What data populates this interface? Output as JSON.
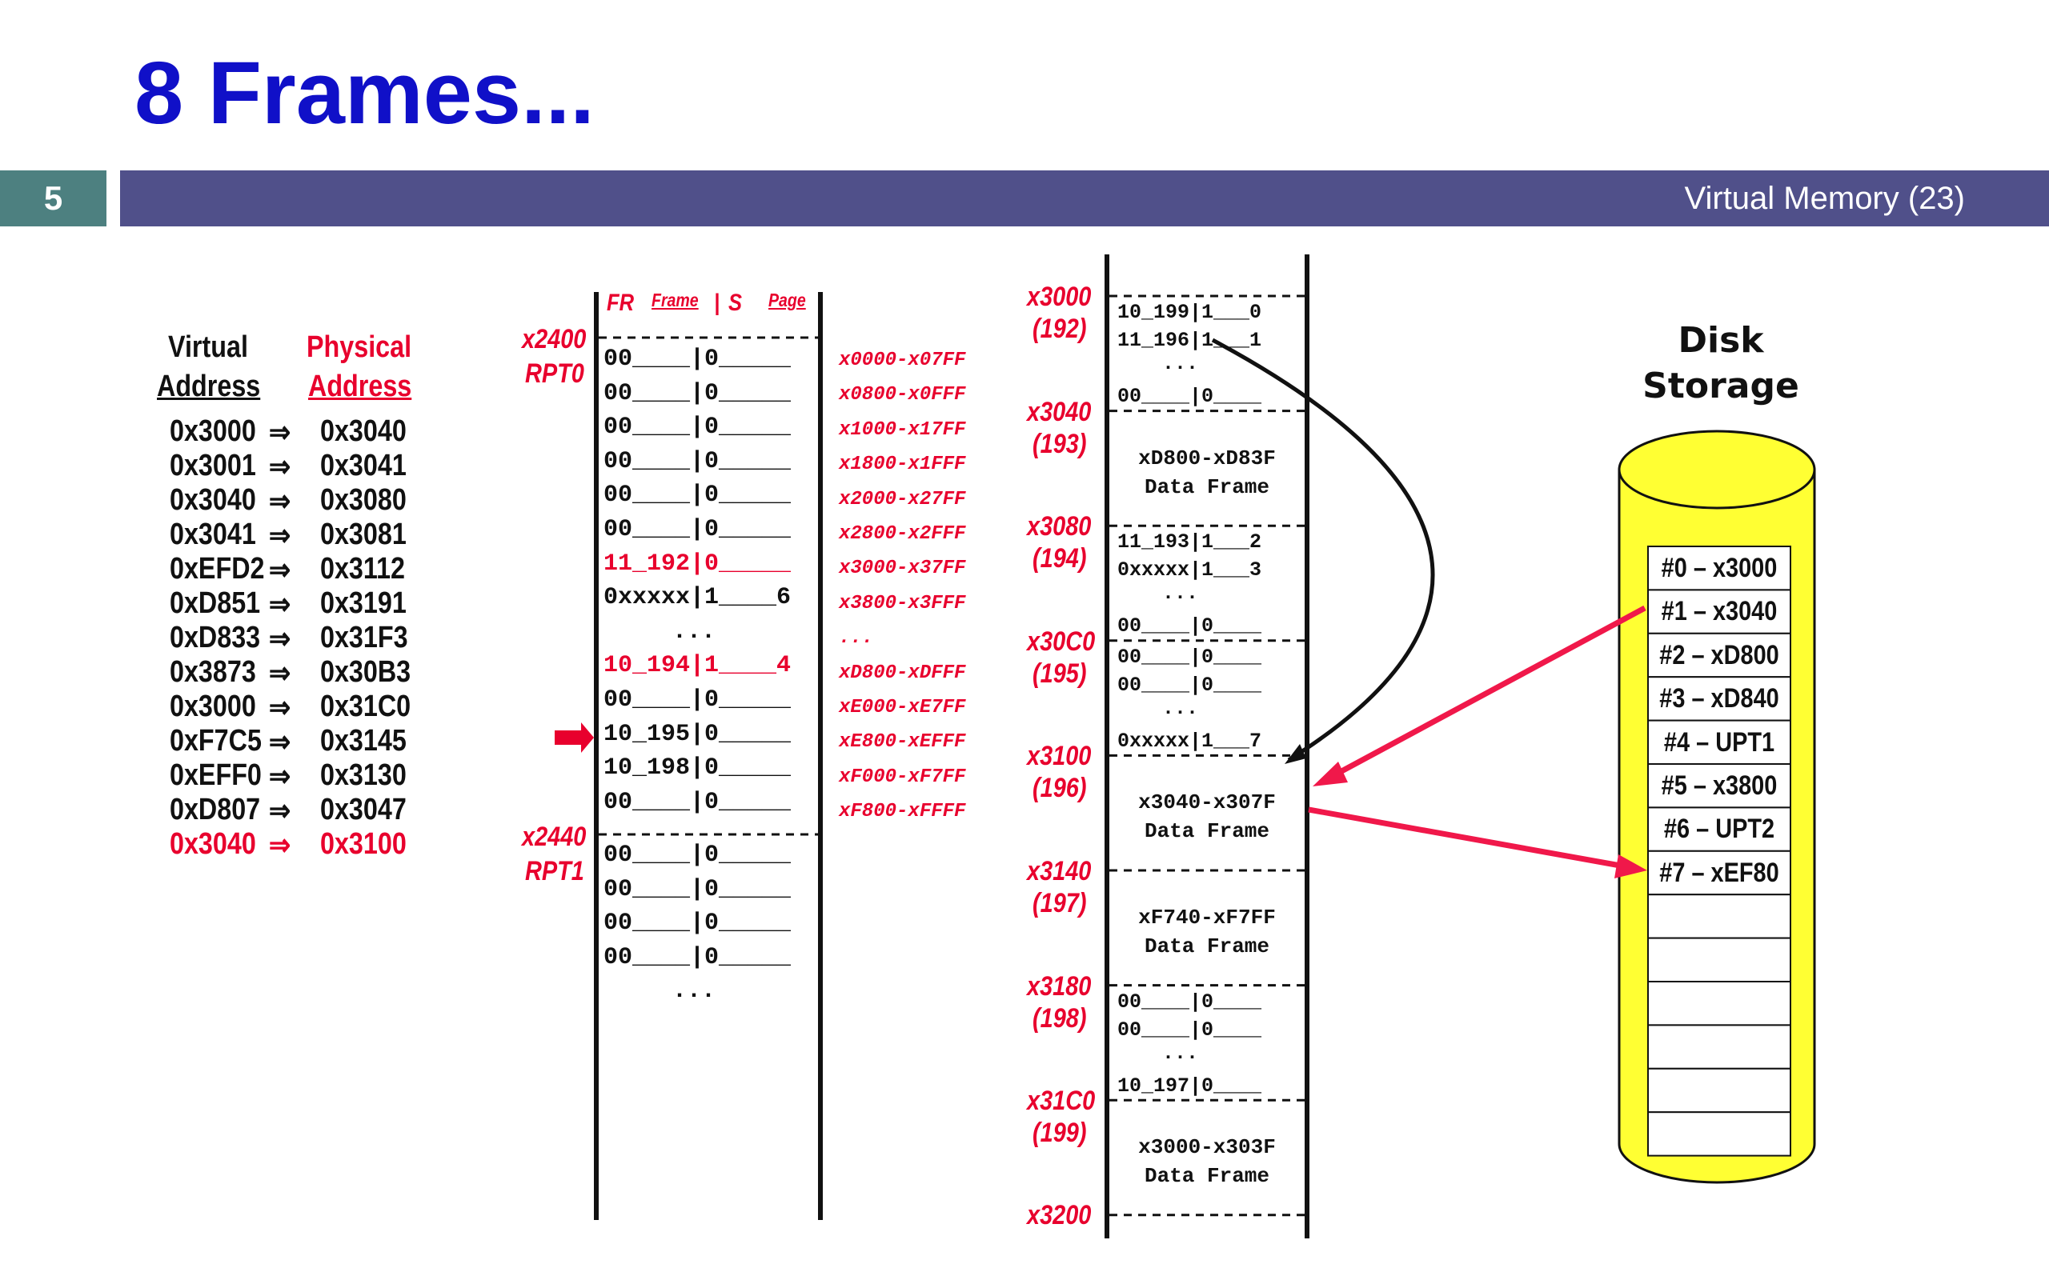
{
  "title": "8 Frames...",
  "slide_number": "5",
  "header": "Virtual Memory (23)",
  "table": {
    "header_virtual_1": "Virtual",
    "header_virtual_2": "Address",
    "header_physical_1": "Physical",
    "header_physical_2": "Address",
    "arrow": "⇒",
    "rows": [
      {
        "va": "0x3000",
        "pa": "0x3040"
      },
      {
        "va": "0x3001",
        "pa": "0x3041"
      },
      {
        "va": "0x3040",
        "pa": "0x3080"
      },
      {
        "va": "0x3041",
        "pa": "0x3081"
      },
      {
        "va": "0xEFD2",
        "pa": "0x3112"
      },
      {
        "va": "0xD851",
        "pa": "0x3191"
      },
      {
        "va": "0xD833",
        "pa": "0x31F3"
      },
      {
        "va": "0x3873",
        "pa": "0x30B3"
      },
      {
        "va": "0x3000",
        "pa": "0x31C0"
      },
      {
        "va": "0xF7C5",
        "pa": "0x3145"
      },
      {
        "va": "0xEFF0",
        "pa": "0x3130"
      },
      {
        "va": "0xD807",
        "pa": "0x3047"
      },
      {
        "va": "0x3040",
        "pa": "0x3100"
      }
    ]
  },
  "rpt": {
    "col_fr": "FR",
    "col_frame": "Frame",
    "col_sep": "|",
    "col_s": "S",
    "col_page": "Page",
    "addr_rpt0": "x2400",
    "label_rpt0": "RPT0",
    "addr_rpt1": "x2440",
    "label_rpt1": "RPT1",
    "rows": [
      "00____|0_____",
      "00____|0_____",
      "00____|0_____",
      "00____|0_____",
      "00____|0_____",
      "00____|0_____",
      "11_192|0_____",
      "0xxxxx|1____6",
      "...",
      "10_194|1____4",
      "00____|0_____",
      "10_195|0_____",
      "10_198|0_____",
      "00____|0_____"
    ],
    "rows2": [
      "00____|0_____",
      "00____|0_____",
      "00____|0_____",
      "00____|0_____",
      "..."
    ],
    "ranges": [
      "x0000-x07FF",
      "x0800-x0FFF",
      "x1000-x17FF",
      "x1800-x1FFF",
      "x2000-x27FF",
      "x2800-x2FFF",
      "x3000-x37FF",
      "x3800-x3FFF",
      "...",
      "xD800-xDFFF",
      "xE000-xE7FF",
      "xE800-xEFFF",
      "xF000-xF7FF",
      "xF800-xFFFF"
    ]
  },
  "memory": {
    "frames": [
      {
        "addr": "x3000",
        "num": "(192)"
      },
      {
        "addr": "x3040",
        "num": "(193)"
      },
      {
        "addr": "x3080",
        "num": "(194)"
      },
      {
        "addr": "x30C0",
        "num": "(195)"
      },
      {
        "addr": "x3100",
        "num": "(196)"
      },
      {
        "addr": "x3140",
        "num": "(197)"
      },
      {
        "addr": "x3180",
        "num": "(198)"
      },
      {
        "addr": "x31C0",
        "num": "(199)"
      }
    ],
    "end_addr": "x3200",
    "f192": [
      "10_199|1___0",
      "11_196|1___1",
      "...",
      "00____|0____"
    ],
    "f193": [
      "xD800-xD83F",
      "Data Frame"
    ],
    "f194": [
      "11_193|1___2",
      "0xxxxx|1___3",
      "...",
      "00____|0____"
    ],
    "f195": [
      "00____|0____",
      "00____|0____",
      "...",
      "0xxxxx|1___7"
    ],
    "f196": [
      "x3040-x307F",
      "Data Frame"
    ],
    "f197": [
      "xF740-xF7FF",
      "Data Frame"
    ],
    "f198": [
      "00____|0____",
      "00____|0____",
      "...",
      "10_197|0____"
    ],
    "f199": [
      "x3000-x303F",
      "Data Frame"
    ]
  },
  "disk": {
    "title_1": "Disk",
    "title_2": "Storage",
    "slots": [
      "#0 – x3000",
      "#1 – x3040",
      "#2 – xD800",
      "#3 – xD840",
      "#4 – UPT1",
      "#5 – x3800",
      "#6 – UPT2",
      "#7 – xEF80",
      "",
      "",
      "",
      "",
      "",
      ""
    ]
  },
  "colors": {
    "title": "#1010c8",
    "accent_red": "#e8002d",
    "header_bar": "#50508a",
    "slide_box": "#4d8080",
    "disk_fill": "#ffff33"
  }
}
